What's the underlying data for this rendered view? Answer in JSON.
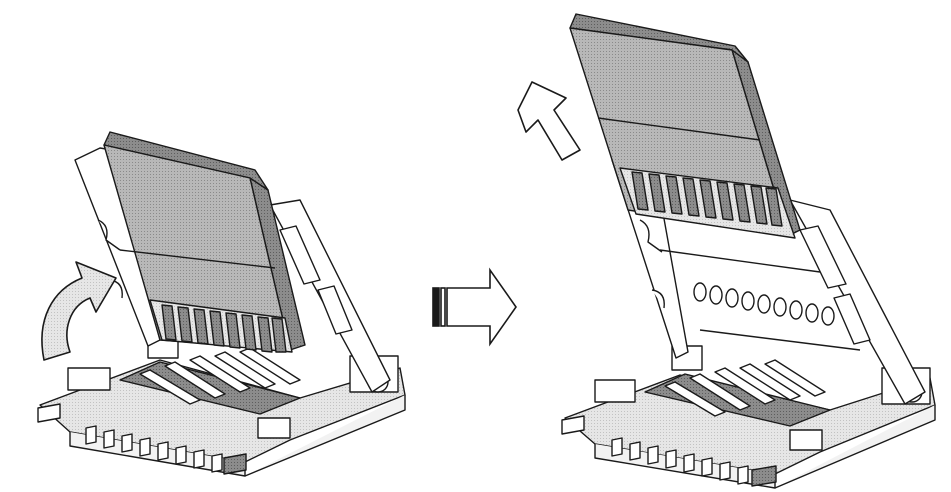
{
  "figure": {
    "panels": [
      {
        "name": "hinged-frame-opened",
        "card_state": "seated-in-frame"
      },
      {
        "name": "card-removed",
        "card_state": "sliding-out-of-frame"
      }
    ],
    "arrows": {
      "rotate_open": "curved-arrow-icon",
      "transition": "right-arrow-icon",
      "slide_out": "up-left-arrow-icon"
    },
    "colors": {
      "line": "#1a1a1a",
      "card_fill": "#9a9a9a",
      "card_face": "#b4b4b4",
      "card_edge": "#6e6e6e",
      "base_fill": "#d9d9d9",
      "contact_fill": "#7c7c7c",
      "arrow_fill": "#bdbdbd",
      "background": "#ffffff"
    }
  }
}
